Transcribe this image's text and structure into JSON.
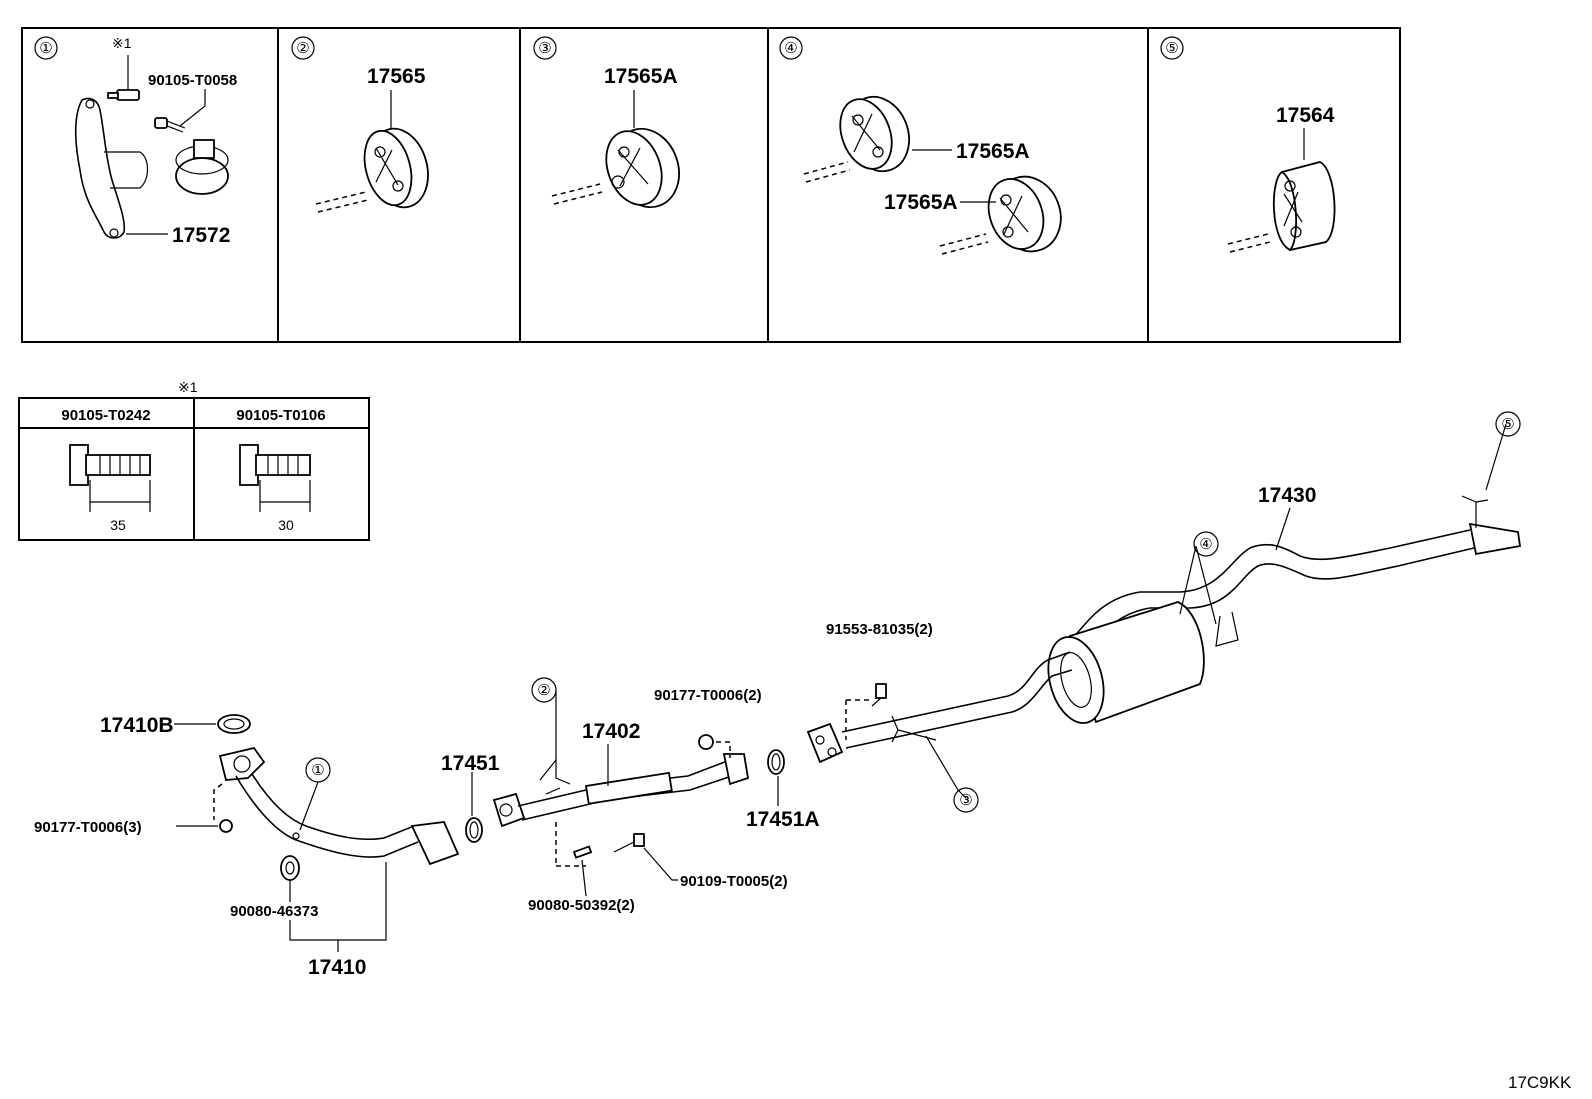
{
  "panels": [
    {
      "num": "①",
      "labels": {
        "mark": "※1",
        "bolt": "90105-T0058",
        "bracket": "17572"
      }
    },
    {
      "num": "②",
      "labels": {
        "hanger": "17565"
      }
    },
    {
      "num": "③",
      "labels": {
        "hanger": "17565A"
      }
    },
    {
      "num": "④",
      "labels": {
        "hanger_a": "17565A",
        "hanger_b": "17565A"
      }
    },
    {
      "num": "⑤",
      "labels": {
        "hanger": "17564"
      }
    }
  ],
  "bolt_table": {
    "mark": "※1",
    "columns": [
      {
        "part": "90105-T0242",
        "length": "35"
      },
      {
        "part": "90105-T0106",
        "length": "30"
      }
    ]
  },
  "main": {
    "callouts": [
      "①",
      "②",
      "③",
      "④",
      "⑤"
    ],
    "parts": {
      "p17430": "17430",
      "p91553": "91553-81035(2)",
      "p90177b": "90177-T0006(2)",
      "p17402": "17402",
      "p17410B": "17410B",
      "p17451": "17451",
      "p17451A": "17451A",
      "p90177a": "90177-T0006(3)",
      "p90080a": "90080-46373",
      "p17410": "17410",
      "p90080b": "90080-50392(2)",
      "p90109": "90109-T0005(2)"
    }
  },
  "diagram_code": "17C9KK"
}
